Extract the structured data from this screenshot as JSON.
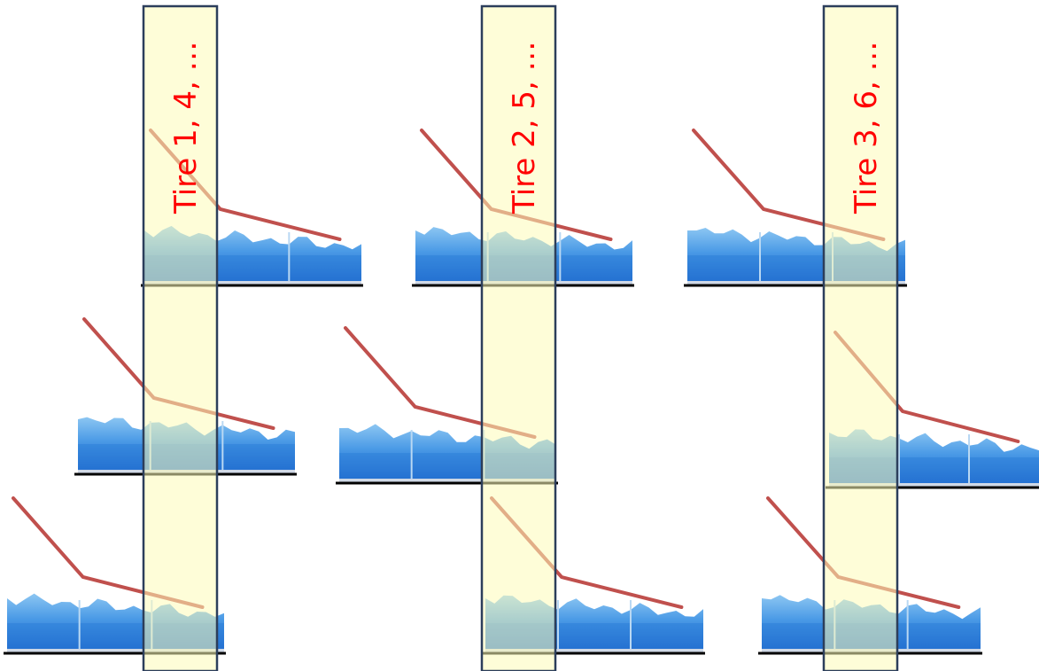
{
  "bands": [
    {
      "label": "Tire 1, 4, …"
    },
    {
      "label": "Tire 2, 5, …"
    },
    {
      "label": "Tire 3, 6, …"
    }
  ],
  "colors": {
    "band_fill": "#fefcc0",
    "band_stroke": "#2c3e5b",
    "label": "#ff0000",
    "trend_line": "#c0504d",
    "trend_line_in_band": "#d9773a",
    "tank_light": "#6fb4ea",
    "tank_dark": "#2b7fd8",
    "tank_base": "#1f62c8",
    "ground": "#000000"
  }
}
